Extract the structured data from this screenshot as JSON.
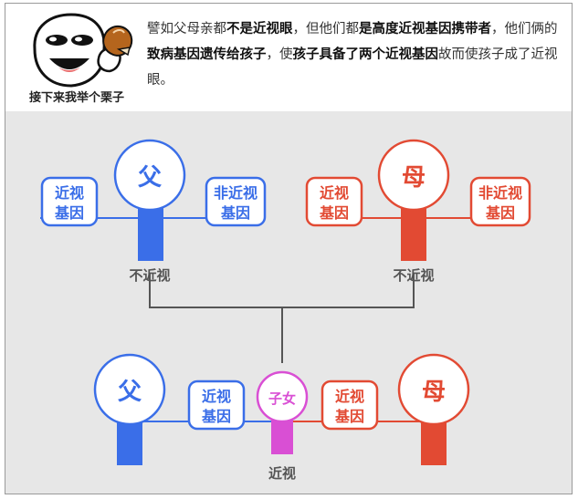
{
  "header": {
    "caption": "接下来我举个栗子",
    "paragraph": [
      {
        "t": "譬如父母亲都",
        "b": false
      },
      {
        "t": "不是近视眼",
        "b": true
      },
      {
        "t": "，但他们都",
        "b": false
      },
      {
        "t": "是高度近视基因携带者",
        "b": true
      },
      {
        "t": "，他们俩的",
        "b": false
      },
      {
        "t": "致病基因遗传给孩子",
        "b": true
      },
      {
        "t": "，使",
        "b": false
      },
      {
        "t": "孩子具备了两个近视基因",
        "b": true
      },
      {
        "t": "故而使孩子成了近视眼。",
        "b": false
      }
    ]
  },
  "colors": {
    "blue": "#3a6ee8",
    "red": "#e24a33",
    "pink": "#d94fd4",
    "line": "#555555",
    "bg": "#e7e7e7"
  },
  "diagram": {
    "father_top": {
      "symbol": "父",
      "left_gene": [
        "近视",
        "基因"
      ],
      "right_gene": [
        "非近视",
        "基因"
      ],
      "label": "不近视"
    },
    "mother_top": {
      "symbol": "母",
      "left_gene": [
        "近视",
        "基因"
      ],
      "right_gene": [
        "非近视",
        "基因"
      ],
      "label": "不近视"
    },
    "father_bottom": {
      "symbol": "父"
    },
    "mother_bottom": {
      "symbol": "母"
    },
    "child": {
      "symbol": "子女",
      "left_gene": [
        "近视",
        "基因"
      ],
      "right_gene": [
        "近视",
        "基因"
      ],
      "label": "近视"
    }
  }
}
